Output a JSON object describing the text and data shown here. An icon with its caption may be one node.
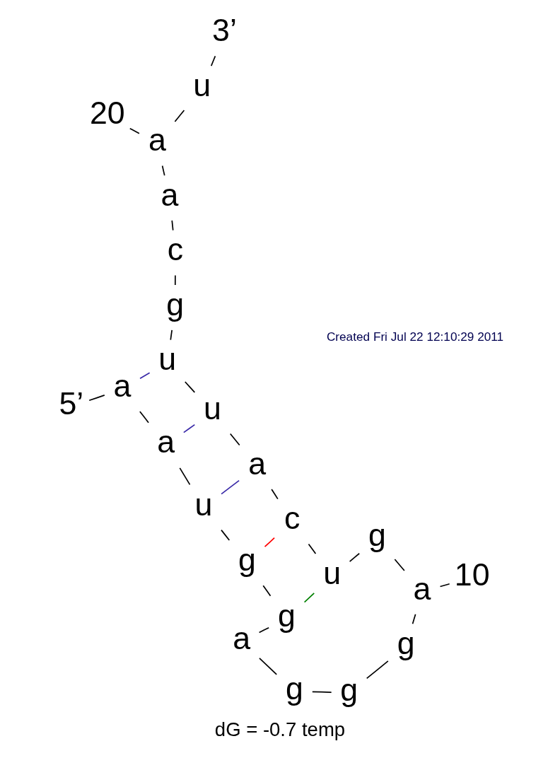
{
  "diagram": {
    "caption": "dG = -0.7 temp",
    "nodes": [
      {
        "text": [
          "a"
        ]
      },
      {
        "text": [
          "a"
        ]
      },
      {
        "text": [
          "u"
        ]
      },
      {
        "text": [
          "g"
        ]
      },
      {
        "text": [
          "g"
        ]
      },
      {
        "text": [
          "a"
        ]
      },
      {
        "text": [
          "g"
        ]
      },
      {
        "text": [
          "g"
        ]
      },
      {
        "text": [
          "g"
        ]
      },
      {
        "text": [
          "a"
        ]
      },
      {
        "text": [
          "g"
        ]
      },
      {
        "text": [
          "u"
        ]
      },
      {
        "text": [
          "c"
        ]
      },
      {
        "text": [
          "a"
        ]
      },
      {
        "text": [
          "u"
        ]
      },
      {
        "text": [
          "u"
        ]
      },
      {
        "text": [
          "g"
        ]
      },
      {
        "text": [
          "c"
        ]
      },
      {
        "text": [
          "a"
        ]
      },
      {
        "text": [
          "a"
        ]
      },
      {
        "text": [
          "u"
        ]
      },
      {
        "text": [
          "5’"
        ]
      },
      {
        "text": [
          "3’"
        ]
      },
      {
        "text": [
          "10"
        ]
      },
      {
        "text": [
          "20"
        ]
      }
    ],
    "edges": [
      {
        "from": 0,
        "to": 1,
        "arrow": "none"
      },
      {
        "from": 1,
        "to": 2,
        "arrow": "none"
      },
      {
        "from": 2,
        "to": 3,
        "arrow": "none"
      },
      {
        "from": 3,
        "to": 4,
        "arrow": "none"
      },
      {
        "from": 4,
        "to": 5,
        "arrow": "none"
      },
      {
        "from": 5,
        "to": 6,
        "arrow": "none"
      },
      {
        "from": 6,
        "to": 7,
        "arrow": "none"
      },
      {
        "from": 7,
        "to": 8,
        "arrow": "none"
      },
      {
        "from": 8,
        "to": 9,
        "arrow": "none"
      },
      {
        "from": 9,
        "to": 10,
        "arrow": "none"
      },
      {
        "from": 10,
        "to": 11,
        "arrow": "none"
      },
      {
        "from": 11,
        "to": 12,
        "arrow": "none"
      },
      {
        "from": 12,
        "to": 13,
        "arrow": "none"
      },
      {
        "from": 13,
        "to": 14,
        "arrow": "none"
      },
      {
        "from": 14,
        "to": 15,
        "arrow": "none"
      },
      {
        "from": 15,
        "to": 16,
        "arrow": "none"
      },
      {
        "from": 16,
        "to": 17,
        "arrow": "none"
      },
      {
        "from": 17,
        "to": 18,
        "arrow": "none"
      },
      {
        "from": 18,
        "to": 19,
        "arrow": "none"
      },
      {
        "from": 19,
        "to": 20,
        "arrow": "none"
      },
      {
        "from": 11,
        "to": 4,
        "arrow": "none",
        "color": "#008000"
      },
      {
        "from": 12,
        "to": 3,
        "arrow": "none",
        "color": "#ff0000"
      },
      {
        "from": 13,
        "to": 2,
        "arrow": "none",
        "color": "#3a2aa8"
      },
      {
        "from": 14,
        "to": 1,
        "arrow": "none",
        "color": "#3a2aa8"
      },
      {
        "from": 15,
        "to": 0,
        "arrow": "none",
        "color": "#3a2aa8"
      },
      {
        "from": 0,
        "to": 21,
        "arrow": "none"
      },
      {
        "from": 20,
        "to": 22,
        "arrow": "none"
      },
      {
        "from": 9,
        "to": 23,
        "arrow": "none"
      },
      {
        "from": 19,
        "to": 24,
        "arrow": "none"
      }
    ],
    "labels": [
      "Created Fri Jul 22 12:10:29 2011"
    ]
  }
}
